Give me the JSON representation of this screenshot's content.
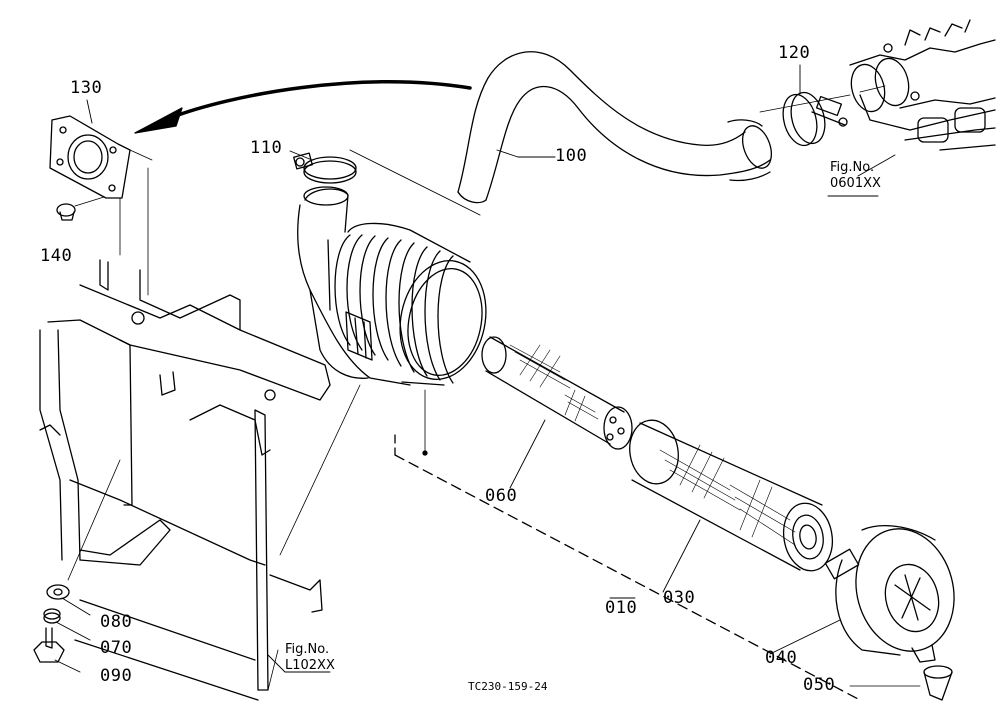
{
  "parts": {
    "p100": "100",
    "p110": "110",
    "p120": "120",
    "p130": "130",
    "p140": "140",
    "p060": "060",
    "p030": "030",
    "p010": "010",
    "p040": "040",
    "p050": "050",
    "p080": "080",
    "p070": "070",
    "p090": "090"
  },
  "refs": {
    "engine": {
      "line1": "Fig.No.",
      "line2": "0601XX"
    },
    "frame": {
      "line1": "Fig.No.",
      "line2": "L102XX"
    }
  },
  "drawing_code": "TC230-159-24",
  "colors": {
    "ink": "#000000",
    "background": "#ffffff"
  }
}
